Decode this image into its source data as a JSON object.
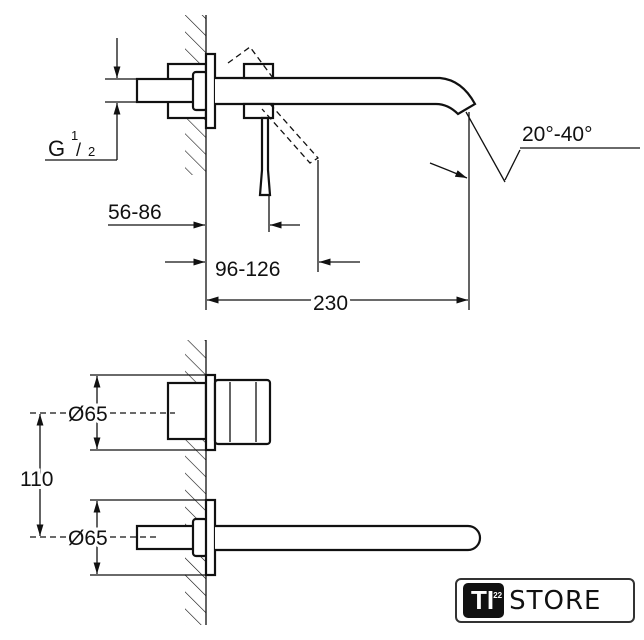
{
  "dimensions": {
    "thread": {
      "letter": "G",
      "num": "1",
      "den": "2"
    },
    "depth_range": "56-86",
    "lever_offset_range": "96-126",
    "spout_length": "230",
    "swivel_angle": "20°-40°",
    "diameter_upper": "Ø65",
    "diameter_lower": "Ø65",
    "center_distance": "110"
  },
  "logo": {
    "ti": "TI",
    "sup": "22",
    "store": "STORE"
  }
}
